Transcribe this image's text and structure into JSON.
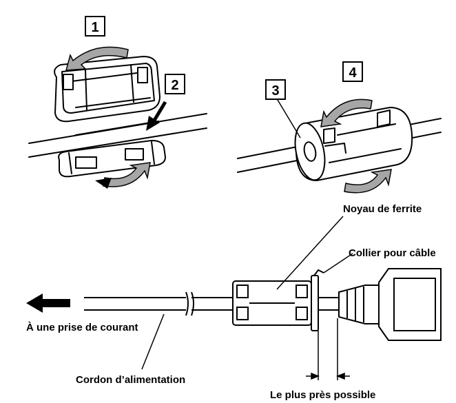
{
  "steps": [
    "1",
    "2",
    "3",
    "4"
  ],
  "labels": {
    "ferrite_core": "Noyau de ferrite",
    "cable_tie": "Collier pour câble",
    "outlet": "À une prise de courant",
    "power_cord": "Cordon d’alimentation",
    "closest": "Le plus près possible"
  },
  "colors": {
    "line": "#000000",
    "arrow_fill": "#a6a6a6",
    "body_fill": "#ffffff"
  }
}
